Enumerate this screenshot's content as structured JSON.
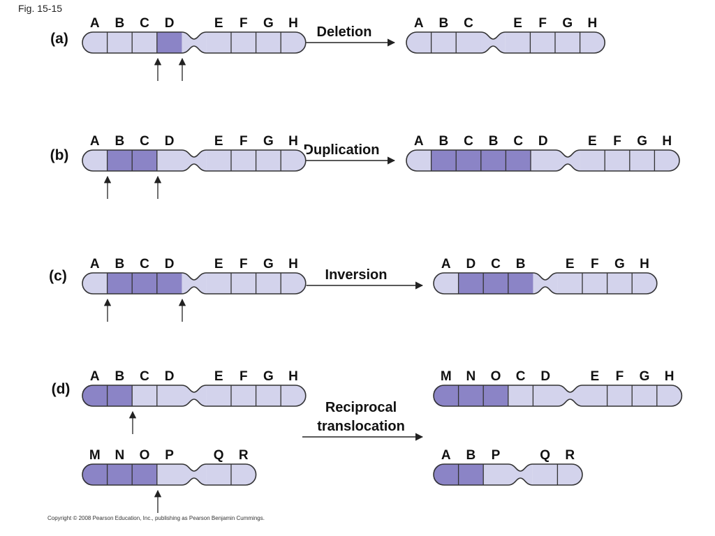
{
  "figure_label": "Fig. 15-15",
  "copyright": "Copyright © 2008 Pearson Education, Inc., publishing as Pearson Benjamin Cummings.",
  "colors": {
    "fill": "#d3d3ec",
    "highlight": "#8b84c6",
    "stroke": "#333333",
    "arrow": "#222222"
  },
  "panels": [
    {
      "id": "a",
      "label": "(a)",
      "operation": [
        "Deletion"
      ],
      "before": [
        {
          "genes": [
            "A",
            "B",
            "C",
            "D",
            "E",
            "F",
            "G",
            "H"
          ],
          "centromere_after": 4,
          "highlight": [
            3
          ]
        }
      ],
      "after": [
        {
          "genes": [
            "A",
            "B",
            "C",
            "E",
            "F",
            "G",
            "H"
          ],
          "centromere_after": 3,
          "highlight": []
        }
      ]
    },
    {
      "id": "b",
      "label": "(b)",
      "operation": [
        "Duplication"
      ],
      "before": [
        {
          "genes": [
            "A",
            "B",
            "C",
            "D",
            "E",
            "F",
            "G",
            "H"
          ],
          "centromere_after": 4,
          "highlight": [
            1,
            2
          ]
        }
      ],
      "after": [
        {
          "genes": [
            "A",
            "B",
            "C",
            "B",
            "C",
            "D",
            "E",
            "F",
            "G",
            "H"
          ],
          "centromere_after": 6,
          "highlight": [
            1,
            2,
            3,
            4
          ]
        }
      ]
    },
    {
      "id": "c",
      "label": "(c)",
      "operation": [
        "Inversion"
      ],
      "before": [
        {
          "genes": [
            "A",
            "B",
            "C",
            "D",
            "E",
            "F",
            "G",
            "H"
          ],
          "centromere_after": 4,
          "highlight": [
            1,
            2,
            3
          ]
        }
      ],
      "after": [
        {
          "genes": [
            "A",
            "D",
            "C",
            "B",
            "E",
            "F",
            "G",
            "H"
          ],
          "centromere_after": 4,
          "highlight": [
            1,
            2,
            3
          ]
        }
      ]
    },
    {
      "id": "d",
      "label": "(d)",
      "operation": [
        "Reciprocal",
        "translocation"
      ],
      "before": [
        {
          "genes": [
            "A",
            "B",
            "C",
            "D",
            "E",
            "F",
            "G",
            "H"
          ],
          "centromere_after": 4,
          "highlight": [
            0,
            1
          ]
        },
        {
          "genes": [
            "M",
            "N",
            "O",
            "P",
            "Q",
            "R"
          ],
          "centromere_after": 4,
          "highlight": [
            0,
            1,
            2
          ]
        }
      ],
      "after": [
        {
          "genes": [
            "M",
            "N",
            "O",
            "C",
            "D",
            "E",
            "F",
            "G",
            "H"
          ],
          "centromere_after": 5,
          "highlight": [
            0,
            1,
            2
          ]
        },
        {
          "genes": [
            "A",
            "B",
            "P",
            "Q",
            "R"
          ],
          "centromere_after": 3,
          "highlight": [
            0,
            1
          ]
        }
      ]
    }
  ]
}
